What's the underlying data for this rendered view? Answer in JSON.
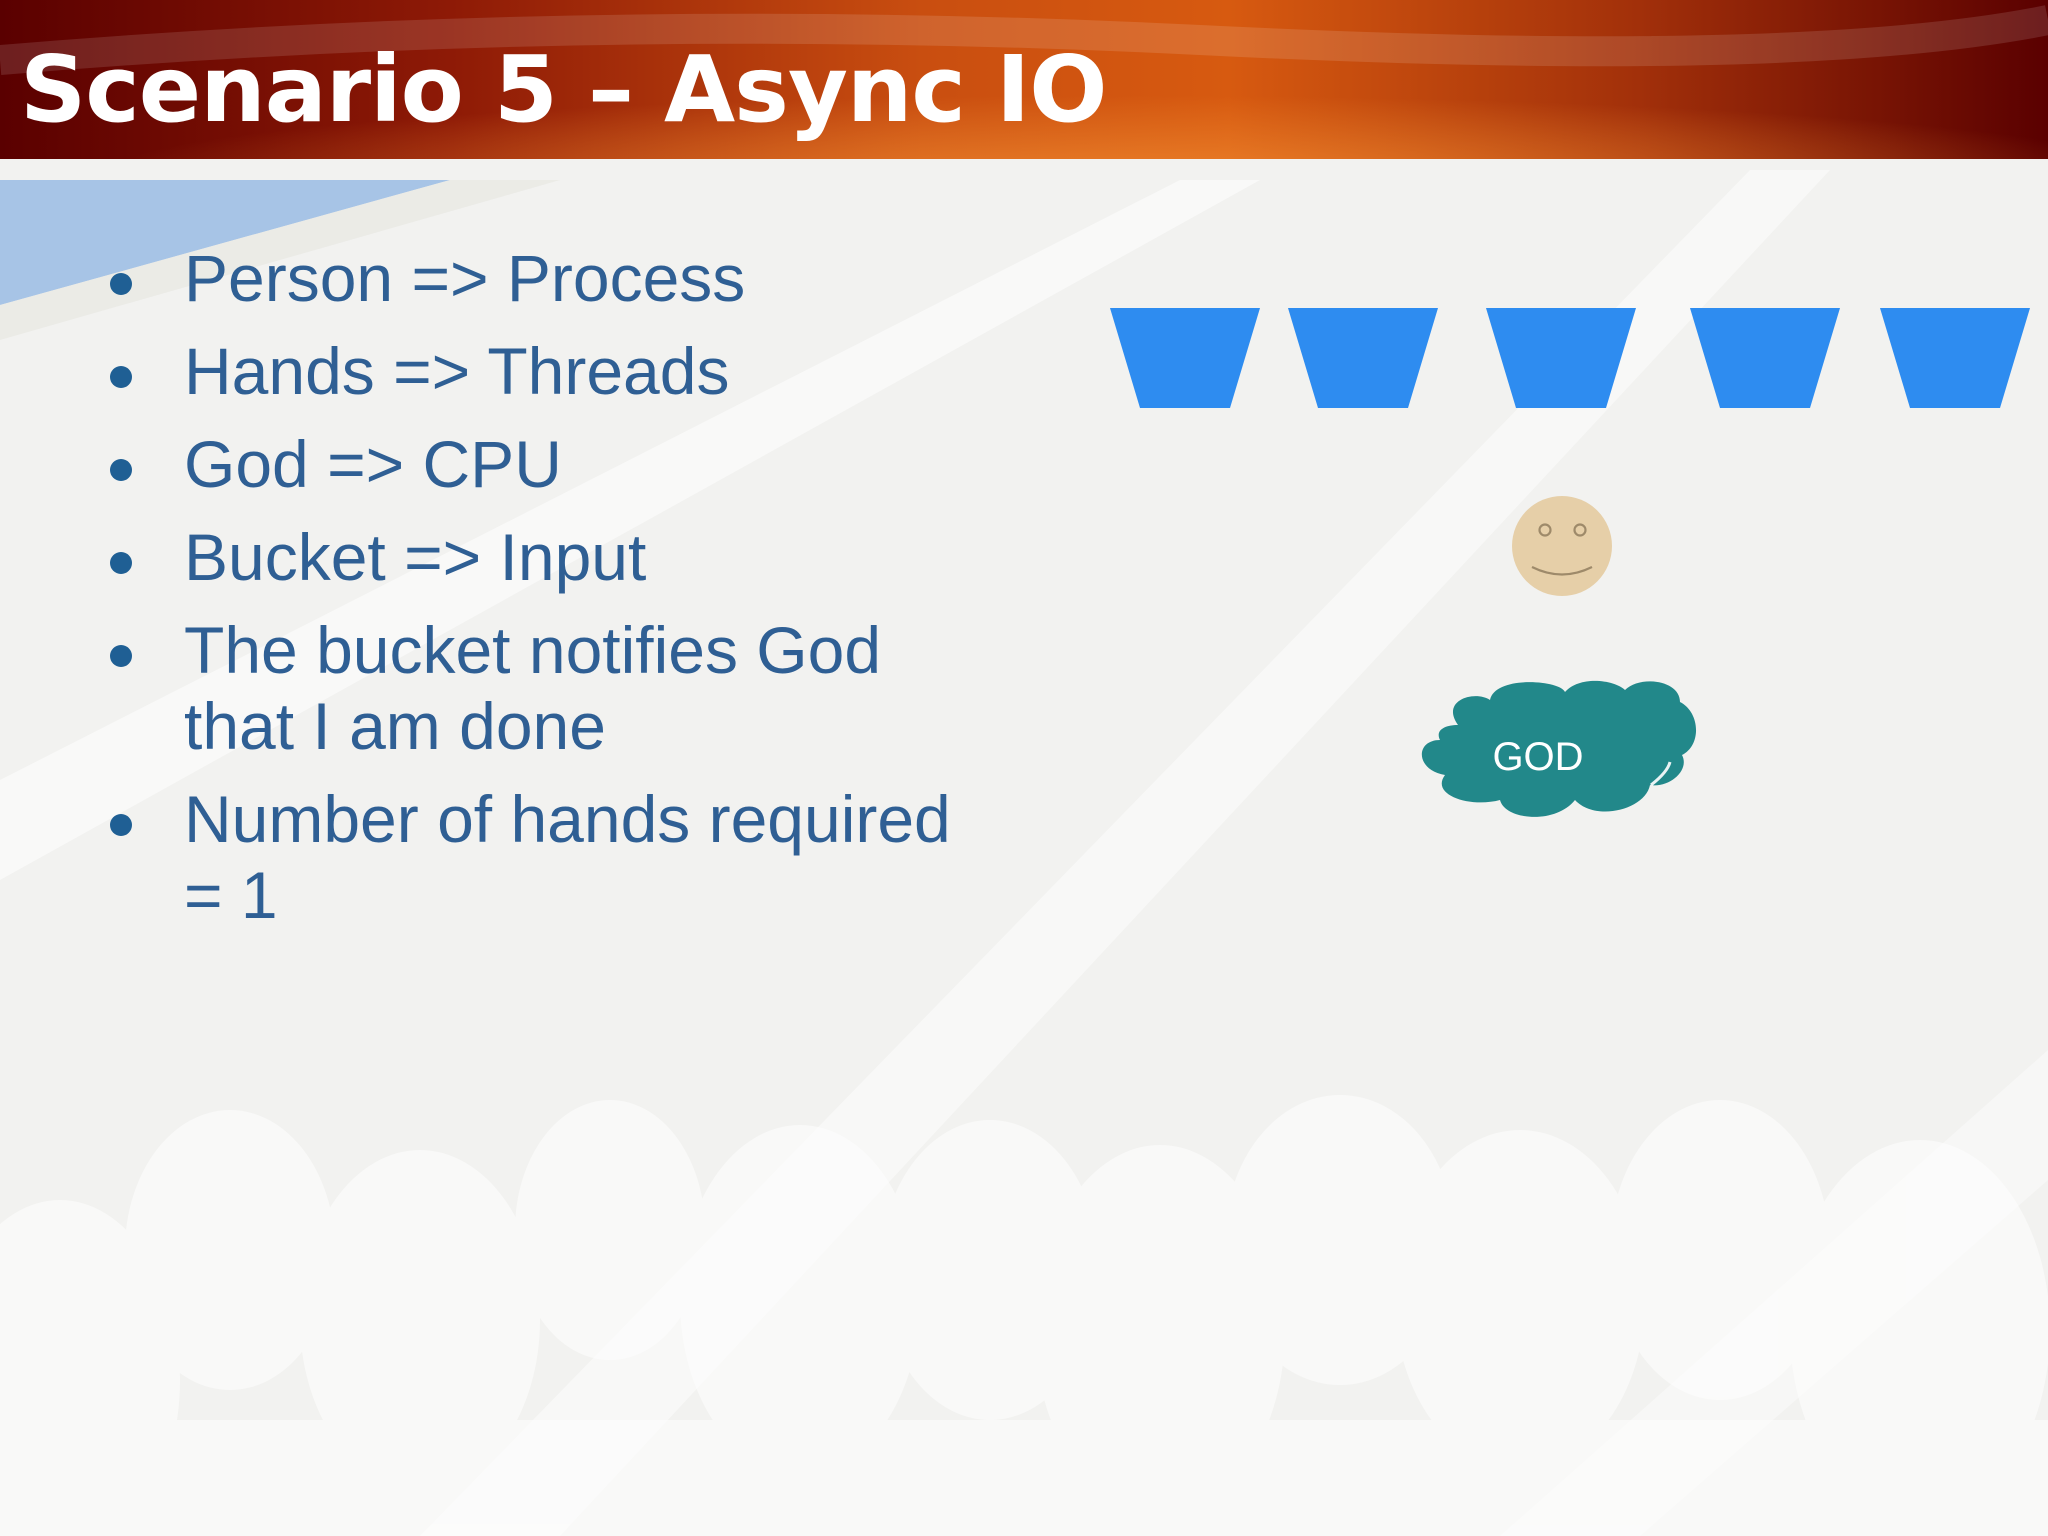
{
  "slide": {
    "title": "Scenario 5 – Async IO",
    "bullets": [
      {
        "lines": [
          "Person => Process"
        ]
      },
      {
        "lines": [
          "Hands => Threads"
        ]
      },
      {
        "lines": [
          "God => CPU"
        ]
      },
      {
        "lines": [
          "Bucket  => Input"
        ]
      },
      {
        "lines": [
          "The bucket notifies God",
          "that I am done"
        ]
      },
      {
        "lines": [
          "Number of hands required",
          "= 1"
        ]
      }
    ]
  },
  "diagram": {
    "bucket_count": 5,
    "cloud_label": "GOD"
  },
  "colors": {
    "title_bar_dark": "#5a0000",
    "title_bar_orange": "#d75a10",
    "bullet_text": "#2f5f94",
    "bucket": "#2e8cf0",
    "face": "#e6cfa8",
    "cloud": "#22888a"
  },
  "icons": {
    "buckets": "bucket-icon",
    "person": "smiley-face-icon",
    "god": "cloud-icon"
  }
}
